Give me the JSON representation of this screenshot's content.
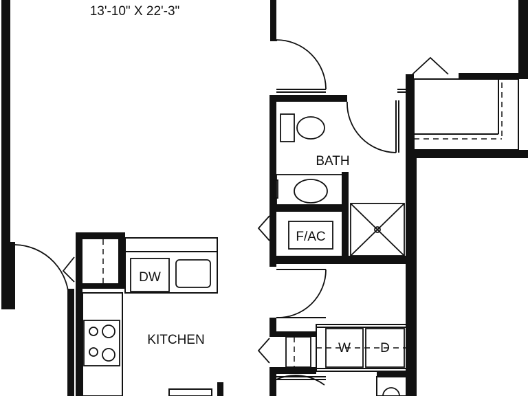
{
  "plan": {
    "dimensions_label": "13'-10\" X 22'-3\"",
    "rooms": {
      "bath": "BATH",
      "kitchen": "KITCHEN"
    },
    "fixtures": {
      "furnace_ac": "F/AC",
      "dishwasher": "DW",
      "washer": "W",
      "dryer": "D"
    }
  },
  "colors": {
    "wall": "#111111",
    "background": "#ffffff",
    "fixture_fill": "#f2f2f2"
  }
}
